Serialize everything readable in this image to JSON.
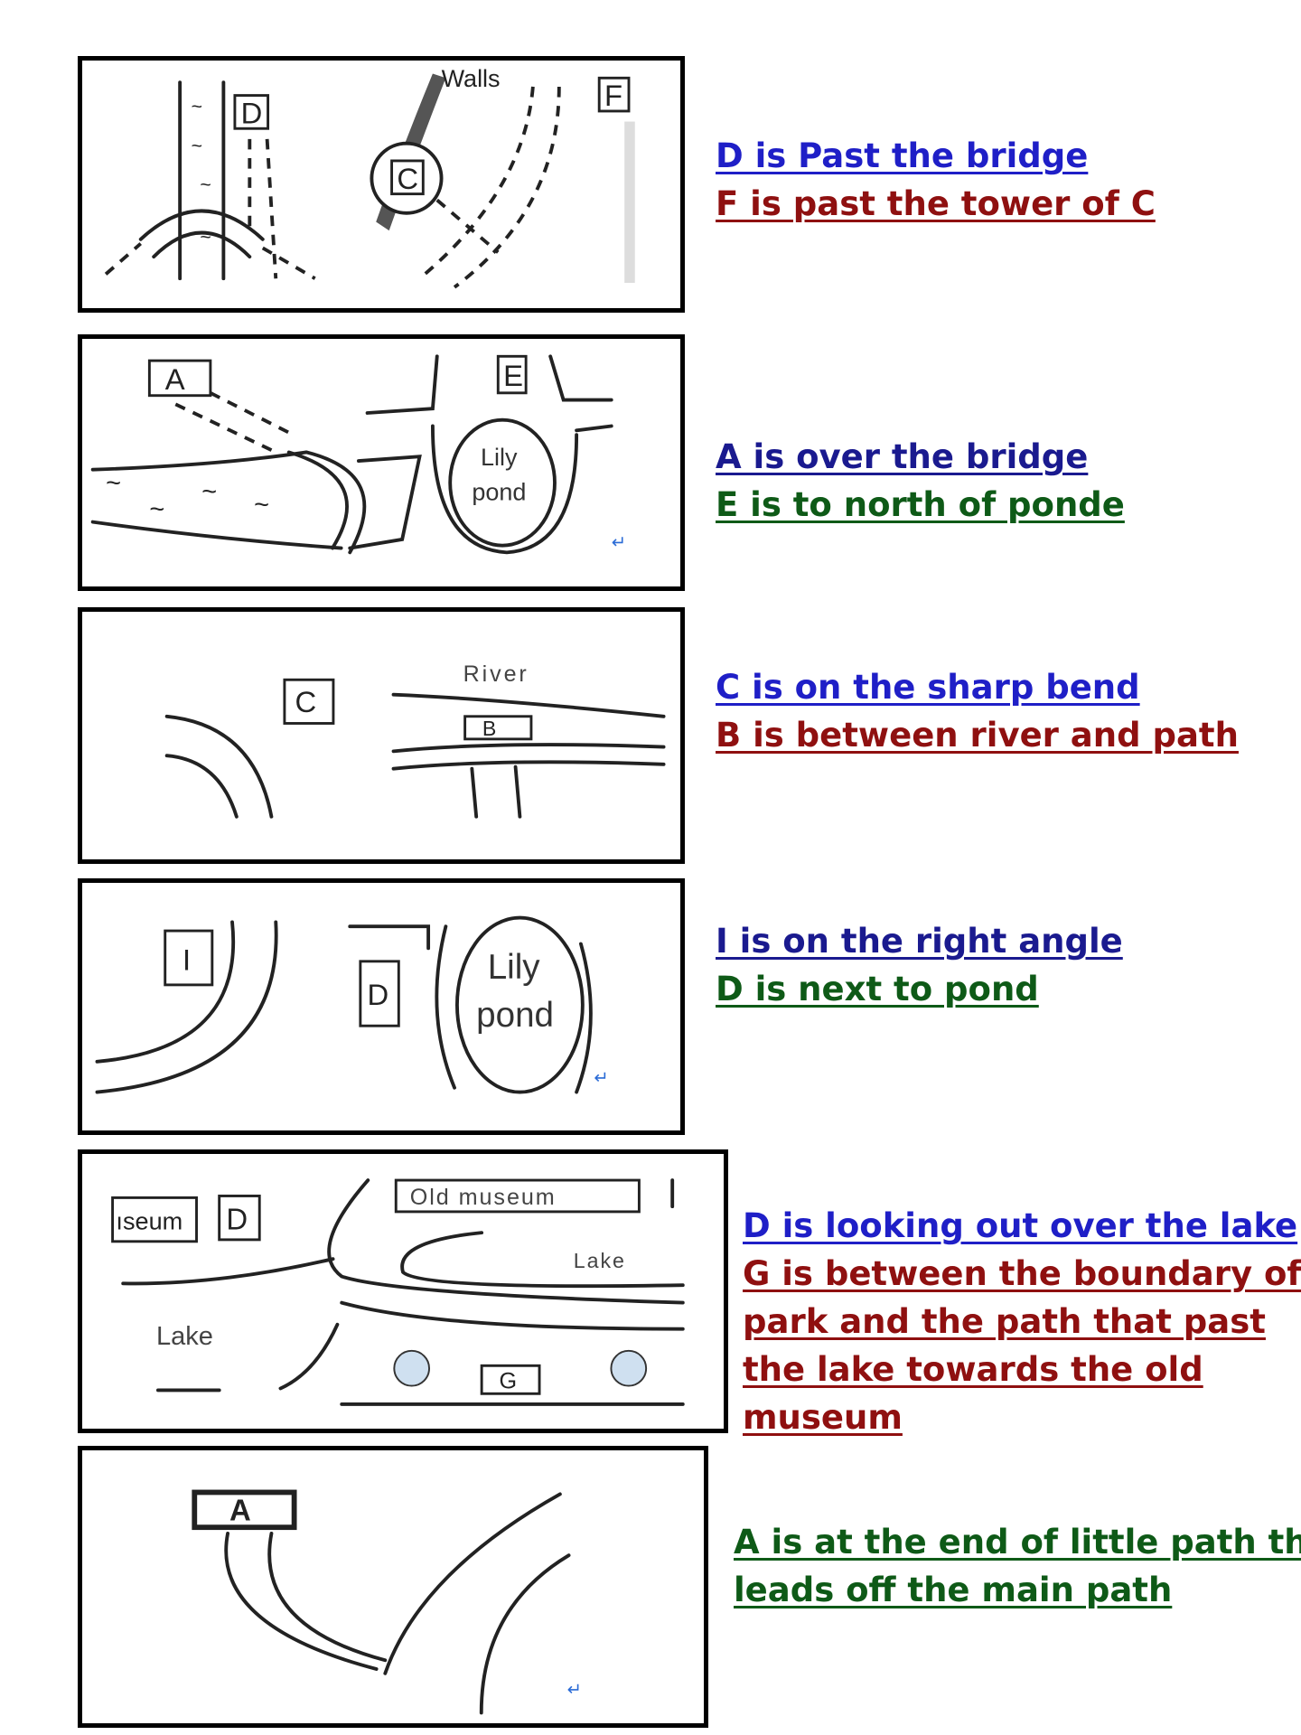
{
  "panels": [
    {
      "map_labels": {
        "d": "D",
        "c": "C",
        "f": "F",
        "walls": "Walls"
      },
      "captions": [
        "D is Past the bridge",
        "F is past the tower of C"
      ]
    },
    {
      "map_labels": {
        "a": "A",
        "e": "E",
        "pond_line1": "Lily",
        "pond_line2": "pond"
      },
      "captions": [
        "A is over the bridge",
        "E is to north of ponde"
      ]
    },
    {
      "map_labels": {
        "c": "C",
        "b": "B",
        "river": "River"
      },
      "captions": [
        "C is on the sharp bend",
        "B is between river and path"
      ]
    },
    {
      "map_labels": {
        "i": "I",
        "d": "D",
        "pond_line1": "Lily",
        "pond_line2": "pond"
      },
      "captions": [
        "I is on the right angle",
        "D is next to pond"
      ]
    },
    {
      "map_labels": {
        "museum_left": "ıseum",
        "d": "D",
        "old_museum": "Old museum",
        "lake_right": "Lake",
        "lake_left": "Lake",
        "g": "G"
      },
      "captions": [
        "D is looking out over the lake",
        "G is between the boundary of",
        "park and the path that past",
        "the lake towards the old",
        "museum"
      ]
    },
    {
      "map_labels": {
        "a": "A"
      },
      "captions": [
        "A is at the end of little path that",
        "leads off the main path"
      ]
    }
  ],
  "colors": {
    "blue": "#1f1fc7",
    "red": "#8f1010",
    "green": "#0e5a17",
    "navy": "#1a1a8f"
  }
}
